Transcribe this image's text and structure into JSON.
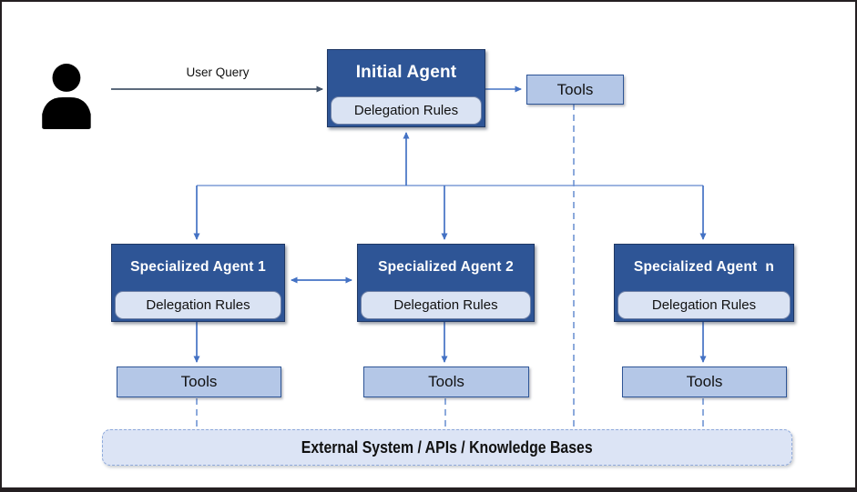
{
  "diagram": {
    "title_hint": "multi-agent delegation architecture",
    "user_query_label": "User Query",
    "initial_agent": {
      "title": "Initial Agent",
      "sub_label": "Delegation Rules"
    },
    "top_tools_label": "Tools",
    "specialized_agents": [
      {
        "title": "Specialized Agent 1",
        "sub_label": "Delegation Rules",
        "tools_label": "Tools"
      },
      {
        "title": "Specialized Agent 2",
        "sub_label": "Delegation Rules",
        "tools_label": "Tools"
      },
      {
        "title": "Specialized Agent  n",
        "sub_label": "Delegation Rules",
        "tools_label": "Tools"
      }
    ],
    "external_label": "External System / APIs / Knowledge Bases",
    "colors": {
      "agent_dark_blue": "#2e5596",
      "agent_border": "#1f3864",
      "tools_fill": "#b4c7e7",
      "badge_fill": "#dae3f3",
      "external_fill": "#dce4f5",
      "connector_blue": "#4472c4",
      "distribution_line": "#8faadc",
      "dashed_line": "#6f94d4",
      "user_arrow": "#44546a",
      "frame": "#241f21"
    }
  }
}
